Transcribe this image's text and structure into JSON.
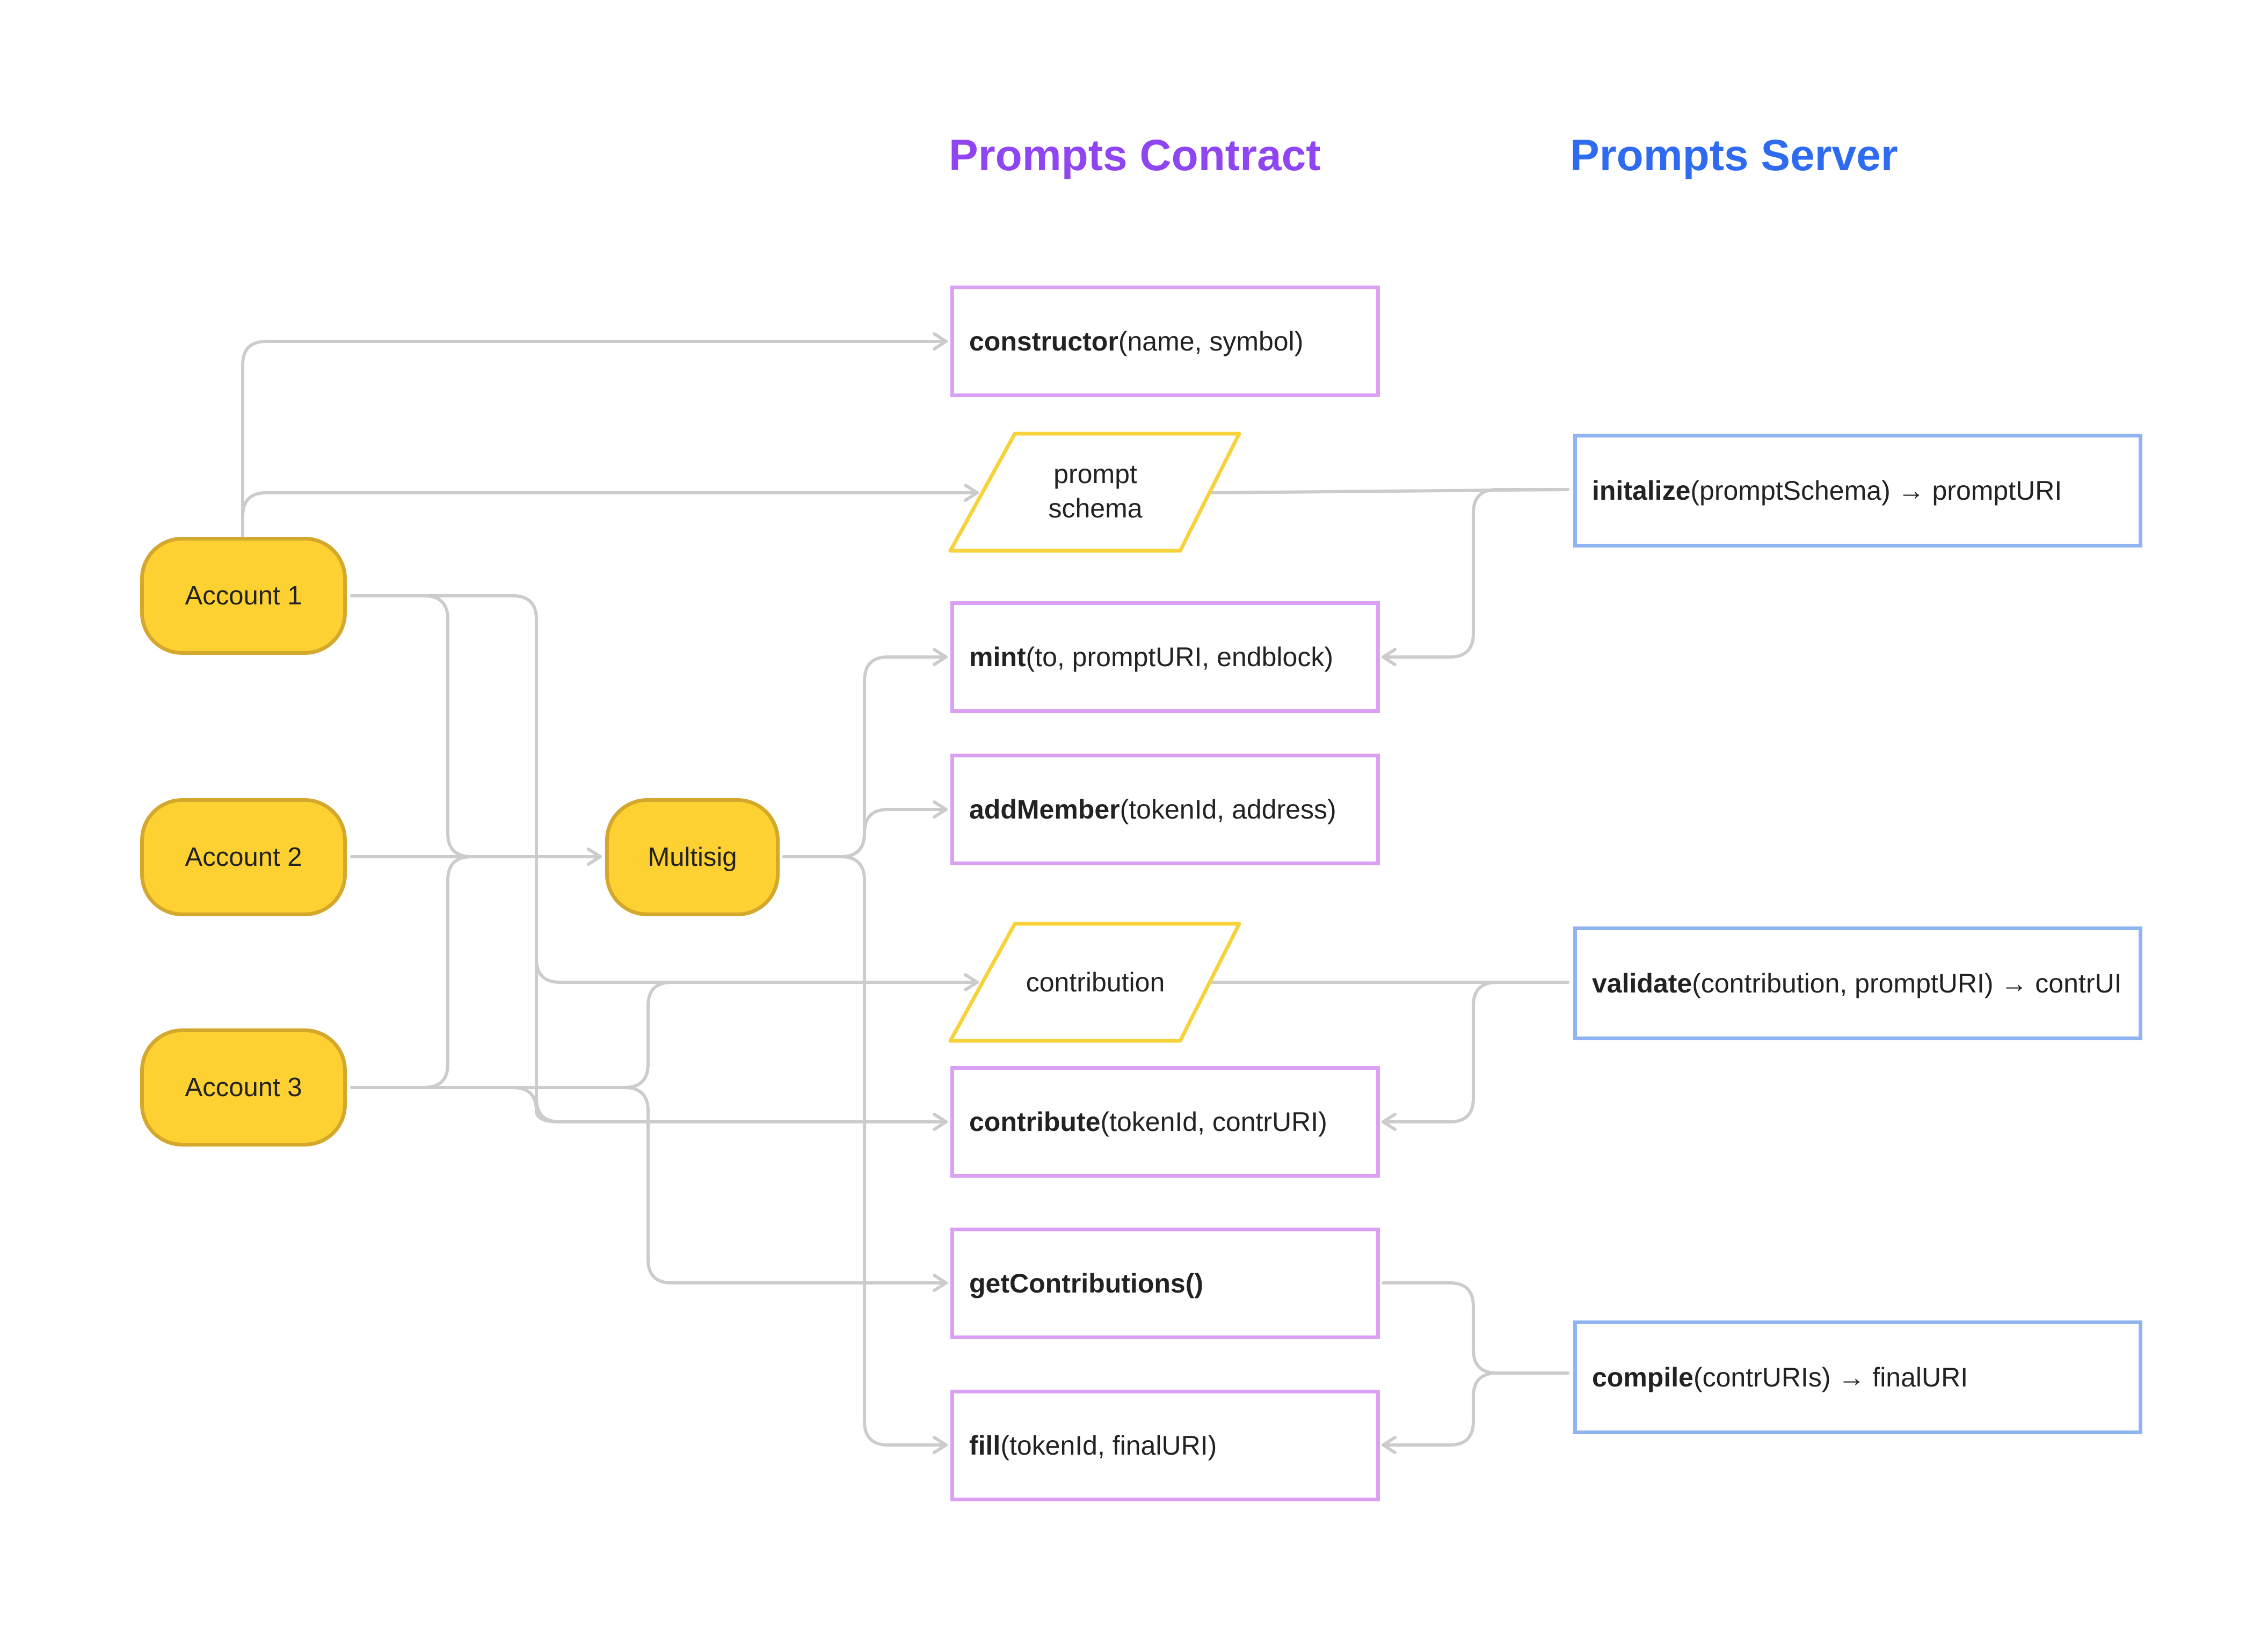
{
  "headers": {
    "contract": "Prompts Contract",
    "server": "Prompts Server"
  },
  "actors": {
    "account1": "Account 1",
    "account2": "Account 2",
    "account3": "Account 3",
    "multisig": "Multisig"
  },
  "contract_functions": {
    "constructor": {
      "name": "constructor",
      "args": "(name, symbol)"
    },
    "mint": {
      "name": "mint",
      "args": "(to, promptURI, endblock)"
    },
    "add_member": {
      "name": "addMember",
      "args": "(tokenId, address)"
    },
    "contribute": {
      "name": "contribute",
      "args": "(tokenId, contrURI)"
    },
    "get_contributions": {
      "name": "getContributions()",
      "args": ""
    },
    "fill": {
      "name": "fill",
      "args": "(tokenId, finalURI)"
    }
  },
  "data_objects": {
    "prompt_schema_line1": "prompt",
    "prompt_schema_line2": "schema",
    "contribution": "contribution"
  },
  "server_functions": {
    "initialize": {
      "name": "initalize",
      "args": "(promptSchema) → promptURI"
    },
    "validate": {
      "name": "validate",
      "args": "(contribution, promptURI) → contrUI"
    },
    "compile": {
      "name": "compile",
      "args": "(contrURIs) → finalURI"
    }
  },
  "colors": {
    "contract_accent": "#8f45f2",
    "server_accent": "#2f6bf0",
    "actor_fill": "#fdd131",
    "actor_border": "#d3a82c",
    "contract_box_border": "#d9a0f3",
    "server_box_border": "#8fb4f1",
    "data_object_border": "#f7d23b",
    "connector": "#cccccc"
  }
}
